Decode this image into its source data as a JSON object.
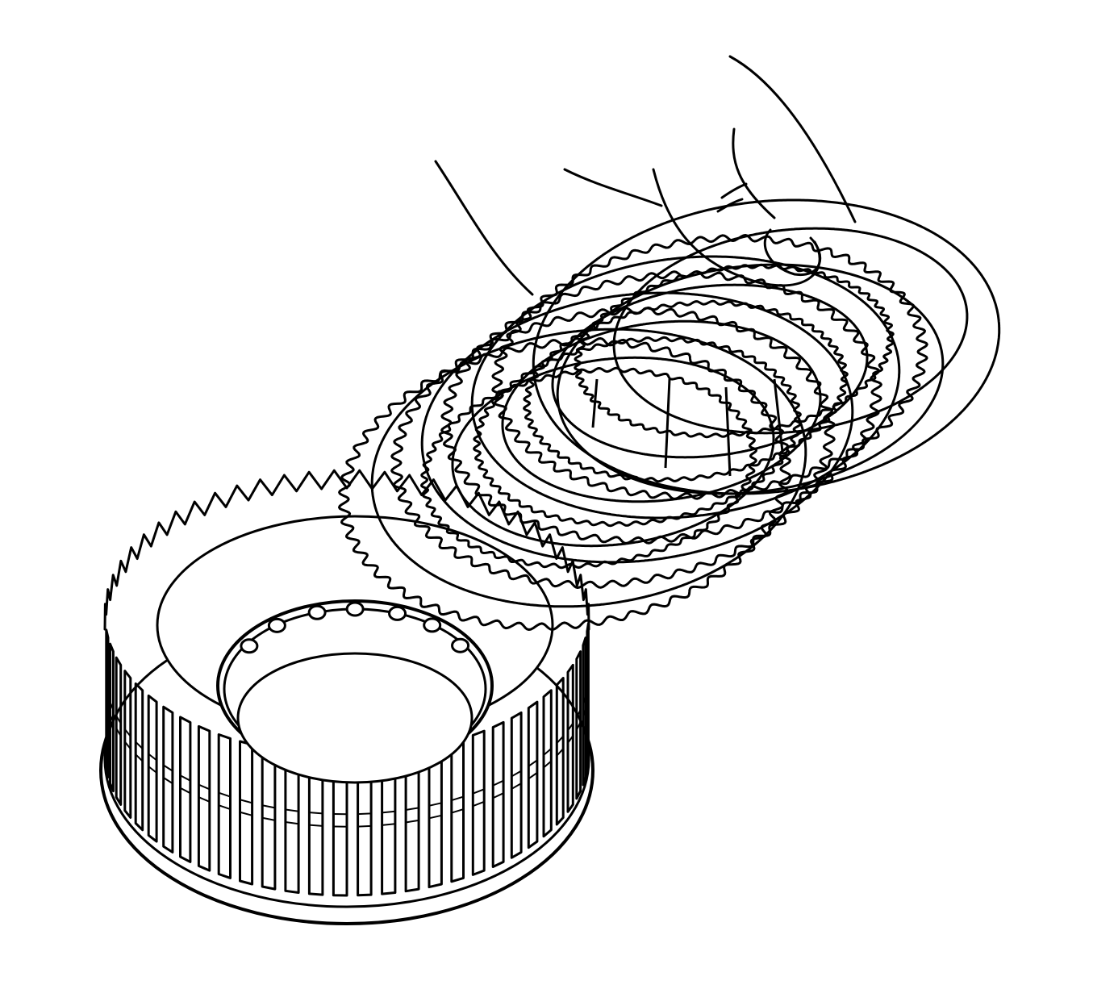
{
  "figure": {
    "ink_color": "#000000",
    "paper_color": "#ffffff",
    "parts": [
      "clutch-hub",
      "clutch-plate-pack",
      "hand"
    ]
  }
}
